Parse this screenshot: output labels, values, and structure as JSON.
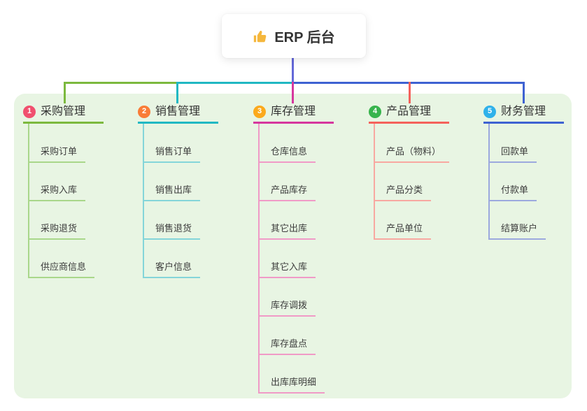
{
  "title": {
    "icon": "thumbs-up",
    "label": "ERP 后台"
  },
  "colors": {
    "page_bg": "#ffffff",
    "panel_bg": "#e8f5e3",
    "root_line": "#6468d8",
    "header_text": "#333333",
    "item_text": "#3d3d3d",
    "thumb_icon": "#f5b73d"
  },
  "branches": [
    {
      "num": "1",
      "label": "采购管理",
      "badge_color": "#f0506e",
      "line_color": "#7cb93e",
      "light_color": "#a9d78a",
      "items": [
        "采购订单",
        "采购入库",
        "采购退货",
        "供应商信息"
      ]
    },
    {
      "num": "2",
      "label": "销售管理",
      "badge_color": "#f97c37",
      "line_color": "#21b8c3",
      "light_color": "#84d5d9",
      "items": [
        "销售订单",
        "销售出库",
        "销售退货",
        "客户信息"
      ]
    },
    {
      "num": "3",
      "label": "库存管理",
      "badge_color": "#fba91c",
      "line_color": "#d6379e",
      "light_color": "#f09ac7",
      "items": [
        "仓库信息",
        "产品库存",
        "其它出库",
        "其它入库",
        "库存调拨",
        "库存盘点",
        "出库库明细"
      ]
    },
    {
      "num": "4",
      "label": "产品管理",
      "badge_color": "#38b44d",
      "line_color": "#f4625c",
      "light_color": "#f8a8a1",
      "items": [
        "产品（物料）",
        "产品分类",
        "产品单位"
      ]
    },
    {
      "num": "5",
      "label": "财务管理",
      "badge_color": "#2fb1ea",
      "line_color": "#3e62d2",
      "light_color": "#9ca9de",
      "items": [
        "回款单",
        "付款单",
        "结算账户"
      ]
    }
  ]
}
